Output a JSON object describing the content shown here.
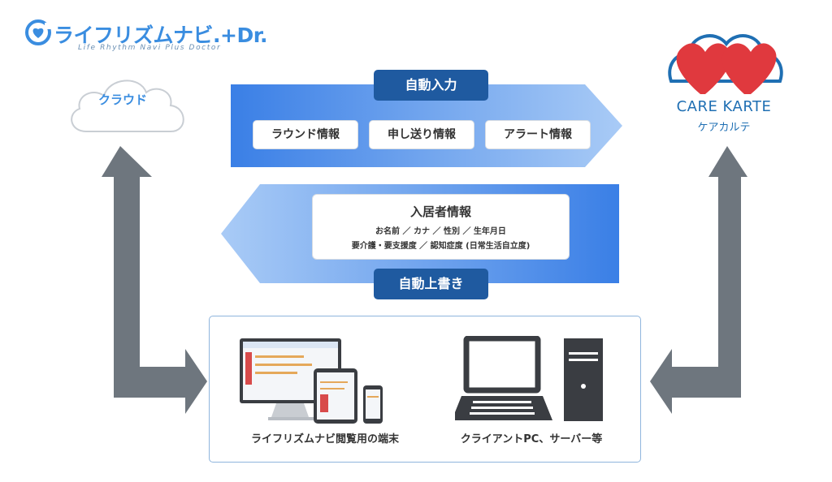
{
  "logo": {
    "title": "ライフリズムナビ.+Dr.",
    "subtitle": "Life Rhythm Navi Plus Doctor"
  },
  "cloud": {
    "label": "クラウド"
  },
  "care_karte": {
    "title": "CARE KARTE",
    "subtitle": "ケアカルテ"
  },
  "top_flow": {
    "label": "自動入力",
    "items": [
      "ラウンド情報",
      "申し送り情報",
      "アラート情報"
    ]
  },
  "bottom_flow": {
    "label": "自動上書き",
    "info_title": "入居者情報",
    "info_lines": [
      "お名前 ／ カナ ／ 性別 ／ 生年月日",
      "要介護・要支援度 ／ 認知症度 (日常生活自立度)"
    ]
  },
  "devices": {
    "left_label": "ライフリズムナビ閲覧用の端末",
    "right_label": "クライアントPC、サーバー等"
  },
  "colors": {
    "brand_blue": "#3a8de0",
    "navy": "#1f5aa0",
    "band_light": "#8fb9f5",
    "band_dark": "#3a7fe6",
    "arrow_gray": "#6e767e",
    "heart_red": "#e0393e"
  }
}
